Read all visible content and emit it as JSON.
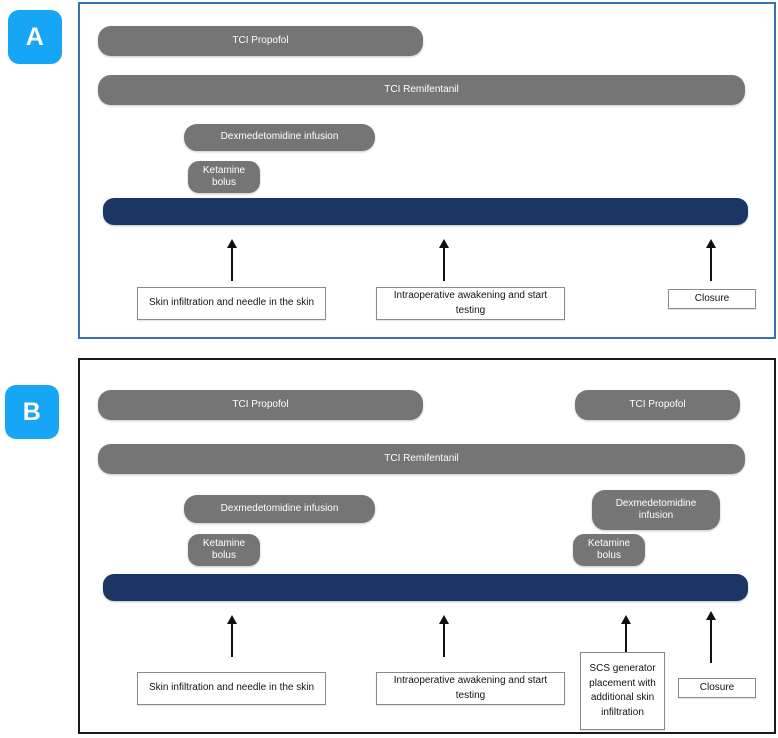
{
  "figure": {
    "panels": [
      {
        "id": "A",
        "badge_label": "A",
        "border_color": "#3a6fb0",
        "drug_bars": [
          {
            "name": "tci-propofol",
            "label": "TCI Propofol"
          },
          {
            "name": "tci-remifentanil",
            "label": "TCI Remifentanil"
          },
          {
            "name": "dexmedetomidine",
            "label": "Dexmedetomidine infusion"
          },
          {
            "name": "ketamine-bolus",
            "label": "Ketamine bolus"
          }
        ],
        "timeline_bar": {
          "name": "surgery-timeline-bar",
          "color": "#1b3564"
        },
        "events": [
          {
            "name": "event-skin-infiltration",
            "label": "Skin infiltration and needle in the skin"
          },
          {
            "name": "event-awakening",
            "label": "Intraoperative awakening and start testing"
          },
          {
            "name": "event-closure",
            "label": "Closure"
          }
        ]
      },
      {
        "id": "B",
        "badge_label": "B",
        "border_color": "#1a1a1a",
        "drug_bars": [
          {
            "name": "tci-propofol-first",
            "label": "TCI Propofol"
          },
          {
            "name": "tci-propofol-second",
            "label": "TCI Propofol"
          },
          {
            "name": "tci-remifentanil",
            "label": "TCI Remifentanil"
          },
          {
            "name": "dexmedetomidine-first",
            "label": "Dexmedetomidine infusion"
          },
          {
            "name": "dexmedetomidine-second",
            "label": "Dexmedetomidine infusion"
          },
          {
            "name": "ketamine-bolus-first",
            "label": "Ketamine bolus"
          },
          {
            "name": "ketamine-bolus-second",
            "label": "Ketamine bolus"
          }
        ],
        "timeline_bar": {
          "name": "surgery-timeline-bar",
          "color": "#1b3564"
        },
        "events": [
          {
            "name": "event-skin-infiltration",
            "label": "Skin infiltration and needle in the skin"
          },
          {
            "name": "event-awakening",
            "label": "Intraoperative awakening and start testing"
          },
          {
            "name": "event-scs-generator",
            "label": "SCS generator placement with additional skin infiltration"
          },
          {
            "name": "event-closure",
            "label": "Closure"
          }
        ]
      }
    ],
    "colors": {
      "badge": "#16a6f5",
      "drug_pill": "#757575",
      "timeline": "#1b3564",
      "panel_a_border": "#3a6fb0",
      "panel_b_border": "#1a1a1a",
      "event_box_border": "#8a8a8a"
    }
  }
}
